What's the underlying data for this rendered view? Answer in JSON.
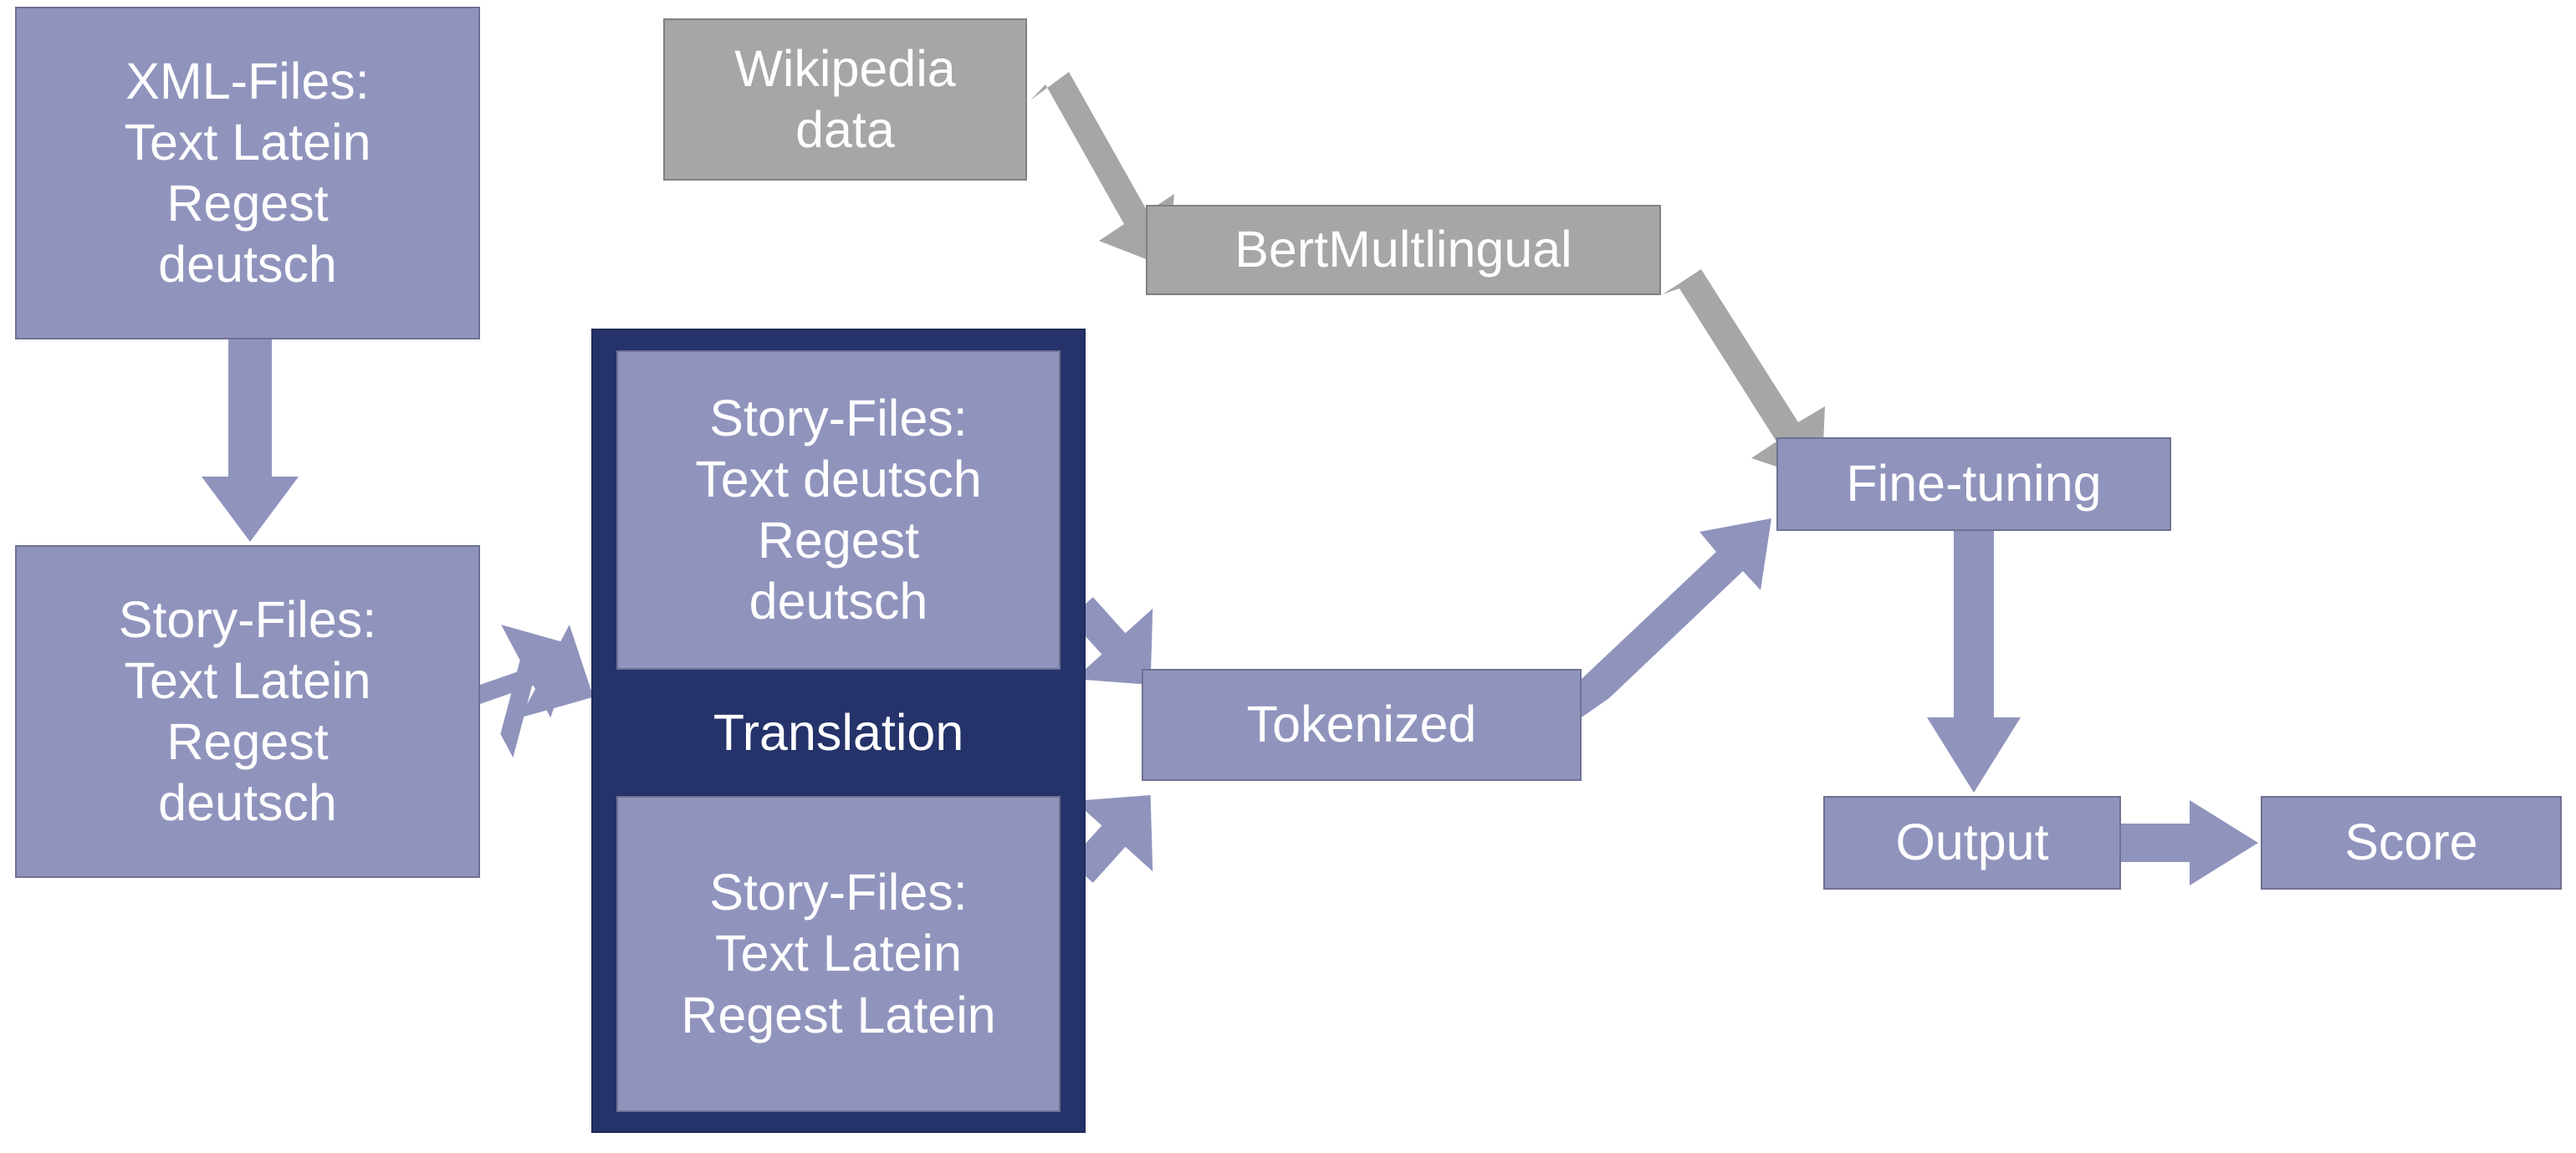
{
  "diagram": {
    "title": "Latin-German regest translation and fine-tuning pipeline",
    "colors": {
      "node_purple_fill": "#9094bd",
      "node_purple_border": "#6f7193",
      "node_gray_fill": "#a6a6a6",
      "node_gray_border": "#808080",
      "group_navy_fill": "#25336a",
      "arrow_purple": "#9094bd",
      "arrow_gray": "#a6a6a6",
      "text": "#ffffff",
      "background": "#ffffff"
    }
  },
  "nodes": {
    "xml_files": {
      "label": "XML-Files:\nText Latein\nRegest\ndeutsch",
      "style": "purple"
    },
    "story_files_latin_source": {
      "label": "Story-Files:\nText Latein\nRegest\ndeutsch",
      "style": "purple"
    },
    "wikipedia_data": {
      "label": "Wikipedia\ndata",
      "style": "gray"
    },
    "bert_multilingual": {
      "label": "BertMultlingual",
      "style": "gray"
    },
    "story_files_german": {
      "label": "Story-Files:\nText deutsch\nRegest\ndeutsch",
      "style": "purple"
    },
    "story_files_latin": {
      "label": "Story-Files:\nText Latein\nRegest Latein",
      "style": "purple"
    },
    "translation_group": {
      "label": "Translation",
      "style": "navy-group"
    },
    "tokenized": {
      "label": "Tokenized",
      "style": "purple"
    },
    "fine_tuning": {
      "label": "Fine-tuning",
      "style": "purple"
    },
    "output": {
      "label": "Output",
      "style": "purple"
    },
    "score": {
      "label": "Score",
      "style": "purple"
    }
  },
  "edges": [
    {
      "id": "xml-to-storyfiles",
      "from": "xml_files",
      "to": "story_files_latin_source",
      "color": "#9094bd",
      "direction": "down"
    },
    {
      "id": "storyfiles-to-german",
      "from": "story_files_latin_source",
      "to": "story_files_german",
      "color": "#9094bd",
      "direction": "up-right"
    },
    {
      "id": "storyfiles-to-latin",
      "from": "story_files_latin_source",
      "to": "story_files_latin",
      "color": "#9094bd",
      "direction": "down-right"
    },
    {
      "id": "wikipedia-to-bert",
      "from": "wikipedia_data",
      "to": "bert_multilingual",
      "color": "#a6a6a6",
      "direction": "down-right"
    },
    {
      "id": "bert-to-finetuning",
      "from": "bert_multilingual",
      "to": "fine_tuning",
      "color": "#a6a6a6",
      "direction": "down-right"
    },
    {
      "id": "german-to-tokenized",
      "from": "story_files_german",
      "to": "tokenized",
      "color": "#9094bd",
      "direction": "down-right"
    },
    {
      "id": "latin-to-tokenized",
      "from": "story_files_latin",
      "to": "tokenized",
      "color": "#9094bd",
      "direction": "up-right"
    },
    {
      "id": "tokenized-to-finetuning",
      "from": "tokenized",
      "to": "fine_tuning",
      "color": "#9094bd",
      "direction": "up-right"
    },
    {
      "id": "finetuning-to-output",
      "from": "fine_tuning",
      "to": "output",
      "color": "#9094bd",
      "direction": "down"
    },
    {
      "id": "output-to-score",
      "from": "output",
      "to": "score",
      "color": "#9094bd",
      "direction": "right"
    }
  ]
}
